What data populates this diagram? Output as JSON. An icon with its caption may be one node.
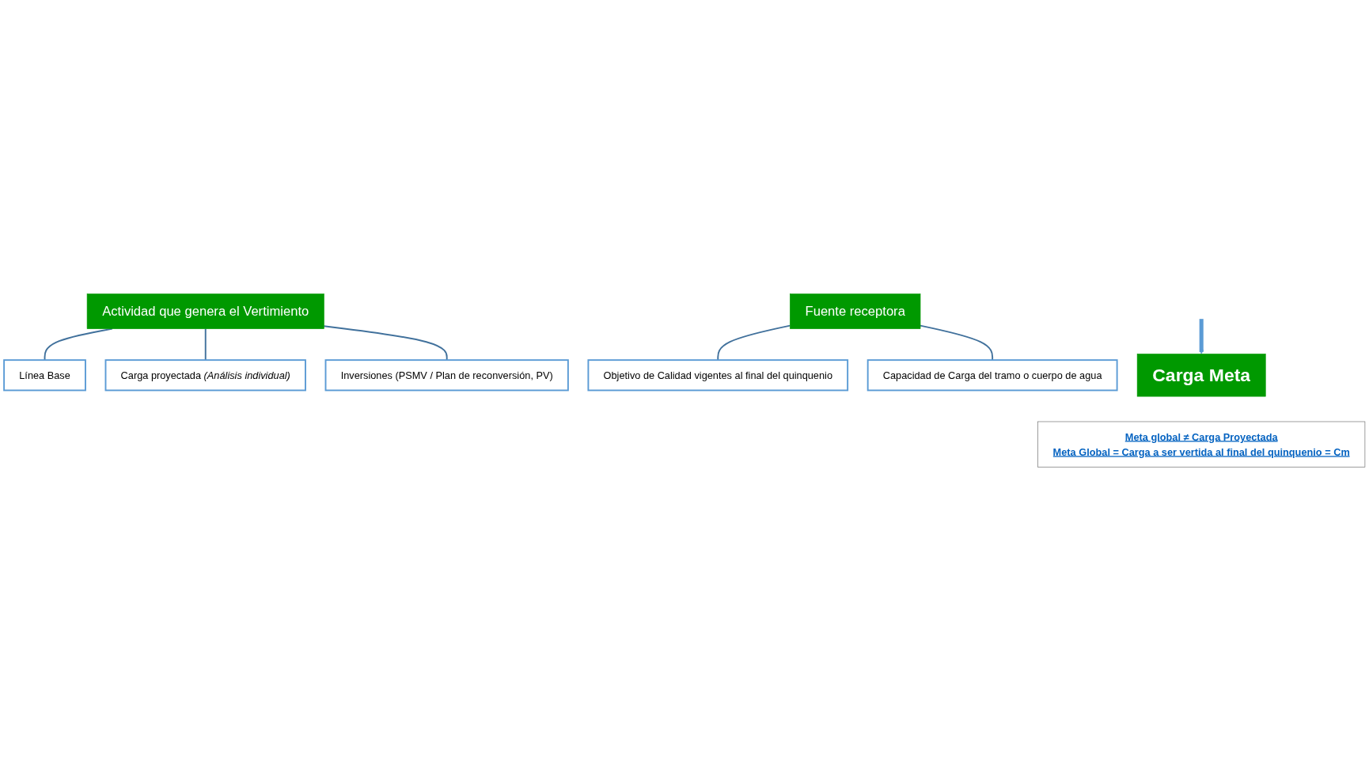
{
  "diagram": {
    "nodes": [
      {
        "text": [
          "Actividad que genera el Vertimiento"
        ]
      },
      {
        "text": [
          "Línea Base"
        ]
      },
      {
        "text": [
          "Carga proyectada *(Análisis individual)*"
        ]
      },
      {
        "text": [
          "Inversiones (PSMV / Plan de reconversión, PV)"
        ]
      },
      {
        "text": [
          "Fuente receptora"
        ]
      },
      {
        "text": [
          "Objetivo de Calidad vigentes al final del quinquenio"
        ]
      },
      {
        "text": [
          "Capacidad de Carga del tramo o cuerpo de agua"
        ]
      },
      {
        "text": [
          "Carga Meta"
        ]
      },
      {
        "text": [
          "Meta global ≠ Carga Proyectada",
          "Meta Global = Carga a ser vertida al final del quinquenio = Cm"
        ]
      }
    ],
    "edges": [
      {
        "from": 0,
        "to": 1,
        "arrow": "none"
      },
      {
        "from": 0,
        "to": 2,
        "arrow": "none"
      },
      {
        "from": 0,
        "to": 3,
        "arrow": "none"
      },
      {
        "from": 4,
        "to": 5,
        "arrow": "none"
      },
      {
        "from": 4,
        "to": 6,
        "arrow": "none"
      },
      {
        "from": null,
        "to": 7,
        "arrow": "to",
        "style": "thick",
        "color": "#5b9bd5"
      }
    ]
  }
}
